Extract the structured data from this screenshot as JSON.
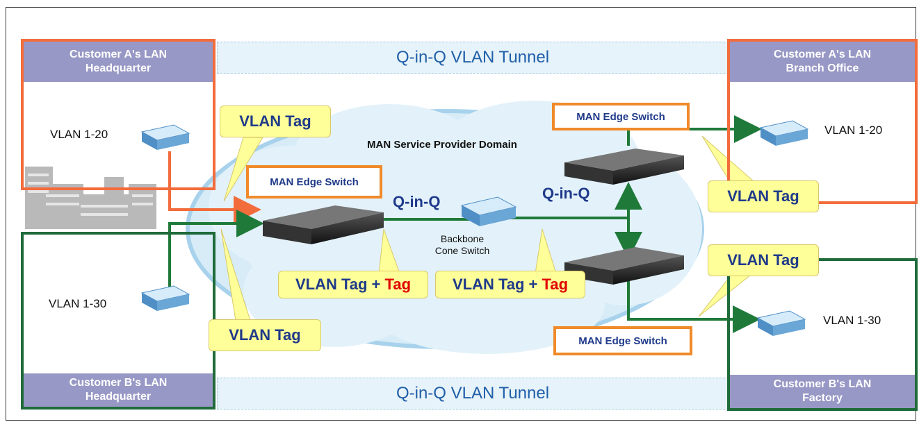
{
  "tunnel_top": "Q-in-Q VLAN Tunnel",
  "tunnel_bottom": "Q-in-Q VLAN Tunnel",
  "customers": {
    "a_hq": {
      "line1": "Customer A's LAN",
      "line2": "Headquarter",
      "vlan": "VLAN 1-20"
    },
    "a_branch": {
      "line1": "Customer A's LAN",
      "line2": "Branch Office",
      "vlan": "VLAN 1-20"
    },
    "b_hq": {
      "line1": "Customer B's LAN",
      "line2": "Headquarter",
      "vlan": "VLAN 1-30"
    },
    "b_factory": {
      "line1": "Customer B's LAN",
      "line2": "Factory",
      "vlan": "VLAN 1-30"
    }
  },
  "domain_label": "MAN Service Provider Domain",
  "edge_switch_label": "MAN Edge Switch",
  "qinq_label": "Q-in-Q",
  "backbone": {
    "line1": "Backbone",
    "line2": "Cone Switch"
  },
  "vlan_tag": "VLAN Tag",
  "vlan_tag_plus": "VLAN Tag + ",
  "tag_red": "Tag",
  "colors": {
    "customer_a_border": "#f26c3c",
    "customer_b_border": "#1f6b3a",
    "edge_border": "#f08a2a",
    "link_green": "#1f7a3a",
    "title_bg": "#9898c6",
    "callout_bg": "#ffff99",
    "cloud": "#bfe0f2"
  },
  "icons": [
    "switch-icon",
    "edge-switch-icon",
    "building-icon",
    "cloud-shape",
    "arrow-icon"
  ]
}
